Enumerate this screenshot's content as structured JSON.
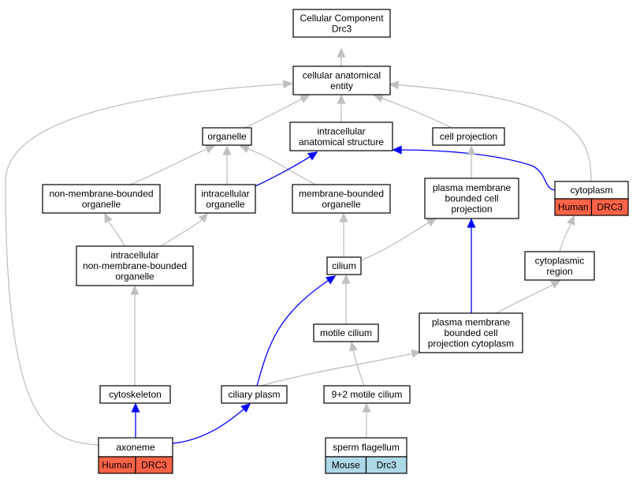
{
  "colors": {
    "human": "#ff6347",
    "mouse": "#add8e6",
    "gray_edge": "#c0c0c0",
    "blue_edge": "#0000ff"
  },
  "nodes": {
    "root": [
      "Cellular Component",
      "Drc3"
    ],
    "cae": [
      "cellular anatomical",
      "entity"
    ],
    "organelle": [
      "organelle"
    ],
    "ias": [
      "intracellular",
      "anatomical structure"
    ],
    "cellproj": [
      "cell projection"
    ],
    "cytoplasm": [
      "cytoplasm"
    ],
    "nmbo": [
      "non-membrane-bounded",
      "organelle"
    ],
    "io": [
      "intracellular",
      "organelle"
    ],
    "mbo": [
      "membrane-bounded",
      "organelle"
    ],
    "pmbcp": [
      "plasma membrane",
      "bounded cell",
      "projection"
    ],
    "inmbo": [
      "intracellular",
      "non-membrane-bounded",
      "organelle"
    ],
    "cilium": [
      "cilium"
    ],
    "cytoreg": [
      "cytoplasmic",
      "region"
    ],
    "motile": [
      "motile cilium"
    ],
    "pmbcpc": [
      "plasma membrane",
      "bounded cell",
      "projection cytoplasm"
    ],
    "cytoskeleton": [
      "cytoskeleton"
    ],
    "ciliaryplasm": [
      "ciliary plasm"
    ],
    "ninetwo": [
      "9+2 motile cilium"
    ],
    "axoneme": [
      "axoneme"
    ],
    "sperm": [
      "sperm flagellum"
    ]
  },
  "annotations": {
    "cytoplasm": [
      "Human",
      "DRC3"
    ],
    "axoneme": [
      "Human",
      "DRC3"
    ],
    "sperm": [
      "Mouse",
      "Drc3"
    ]
  },
  "edges": [
    {
      "from": "cae",
      "to": "root",
      "kind": "gray"
    },
    {
      "from": "organelle",
      "to": "cae",
      "kind": "gray"
    },
    {
      "from": "ias",
      "to": "cae",
      "kind": "gray"
    },
    {
      "from": "cellproj",
      "to": "cae",
      "kind": "gray"
    },
    {
      "from": "cytoplasm",
      "to": "cae",
      "kind": "gray"
    },
    {
      "from": "axoneme",
      "to": "cae",
      "kind": "gray"
    },
    {
      "from": "cytoplasm",
      "to": "ias",
      "kind": "blue"
    },
    {
      "from": "nmbo",
      "to": "organelle",
      "kind": "gray"
    },
    {
      "from": "io",
      "to": "organelle",
      "kind": "gray"
    },
    {
      "from": "mbo",
      "to": "organelle",
      "kind": "gray"
    },
    {
      "from": "io",
      "to": "ias",
      "kind": "blue"
    },
    {
      "from": "pmbcp",
      "to": "cellproj",
      "kind": "gray"
    },
    {
      "from": "inmbo",
      "to": "nmbo",
      "kind": "gray"
    },
    {
      "from": "inmbo",
      "to": "io",
      "kind": "gray"
    },
    {
      "from": "cilium",
      "to": "mbo",
      "kind": "gray"
    },
    {
      "from": "cilium",
      "to": "pmbcp",
      "kind": "gray"
    },
    {
      "from": "pmbcpc",
      "to": "pmbcp",
      "kind": "blue"
    },
    {
      "from": "pmbcpc",
      "to": "cytoreg",
      "kind": "gray"
    },
    {
      "from": "cytoreg",
      "to": "cytoplasm",
      "kind": "gray"
    },
    {
      "from": "motile",
      "to": "cilium",
      "kind": "gray"
    },
    {
      "from": "ciliaryplasm",
      "to": "cilium",
      "kind": "blue"
    },
    {
      "from": "ciliaryplasm",
      "to": "pmbcpc",
      "kind": "gray"
    },
    {
      "from": "cytoskeleton",
      "to": "inmbo",
      "kind": "gray"
    },
    {
      "from": "axoneme",
      "to": "cytoskeleton",
      "kind": "blue"
    },
    {
      "from": "axoneme",
      "to": "ciliaryplasm",
      "kind": "blue"
    },
    {
      "from": "ninetwo",
      "to": "motile",
      "kind": "gray"
    },
    {
      "from": "sperm",
      "to": "ninetwo",
      "kind": "gray"
    }
  ]
}
